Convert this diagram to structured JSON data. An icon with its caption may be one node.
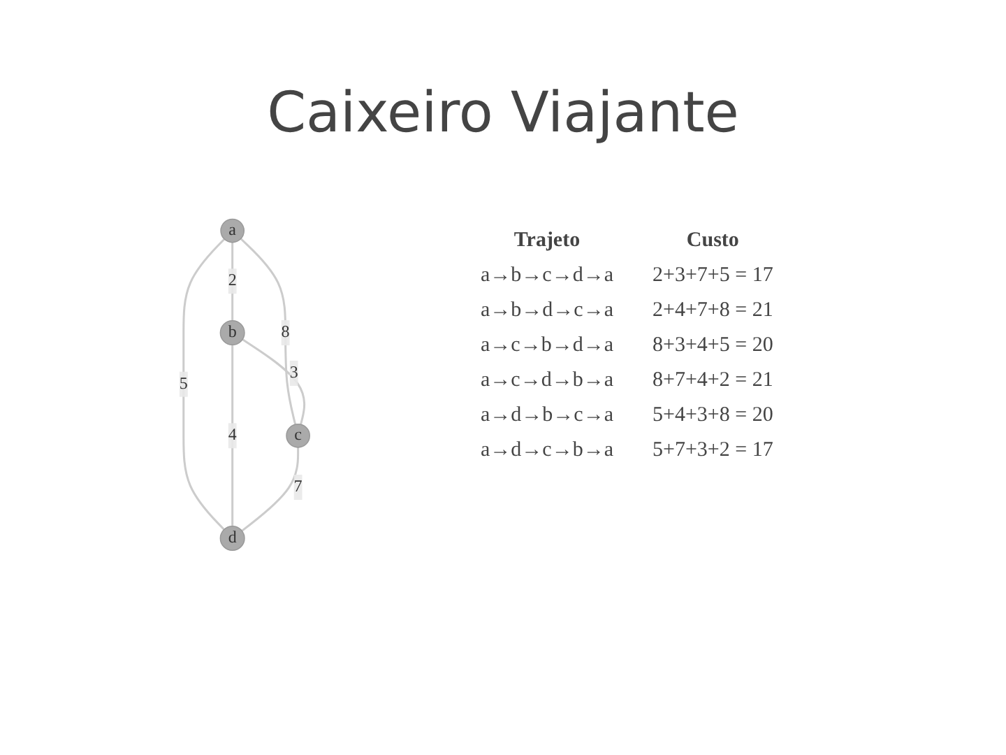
{
  "diagram": {
    "title": "Caixeiro Viajante",
    "nodes": [
      {
        "text": [
          "a"
        ]
      },
      {
        "text": [
          "b"
        ]
      },
      {
        "text": [
          "c"
        ]
      },
      {
        "text": [
          "d"
        ]
      }
    ],
    "edges": [
      {
        "from": 0,
        "to": 1,
        "arrow": "none",
        "label": "2"
      },
      {
        "from": 0,
        "to": 2,
        "arrow": "none",
        "label": "8"
      },
      {
        "from": 0,
        "to": 3,
        "arrow": "none",
        "label": "5"
      },
      {
        "from": 1,
        "to": 2,
        "arrow": "none",
        "label": "3"
      },
      {
        "from": 1,
        "to": 3,
        "arrow": "none",
        "label": "4"
      },
      {
        "from": 2,
        "to": 3,
        "arrow": "none",
        "label": "7"
      }
    ],
    "labels": [
      "Trajeto",
      "Custo",
      "a→b→c→d→a",
      "2+3+7+5 = 17",
      "a→b→d→c→a",
      "2+4+7+8 = 21",
      "a→c→b→d→a",
      "8+3+4+5 = 20",
      "a→c→d→b→a",
      "8+7+4+2 = 21",
      "a→d→b→c→a",
      "5+4+3+8 = 20",
      "a→d→c→b→a",
      "5+7+3+2 = 17"
    ]
  }
}
